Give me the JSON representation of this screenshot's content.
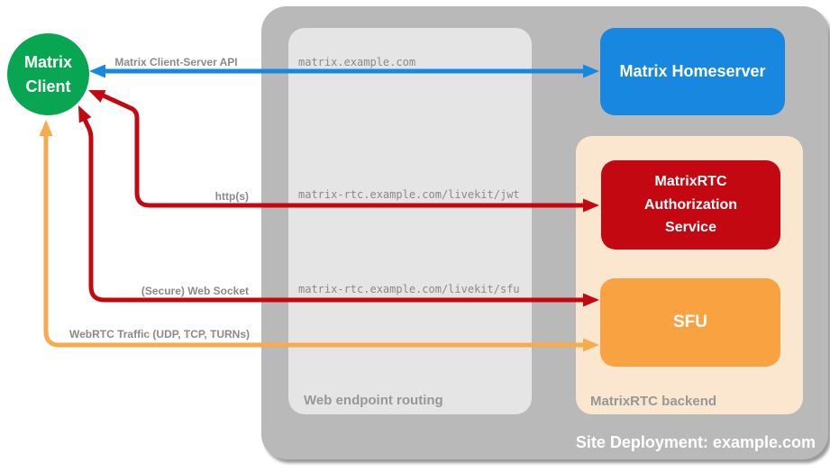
{
  "nodes": {
    "client": {
      "label": "Matrix Client",
      "color": "#08a652"
    },
    "homeserver": {
      "label": "Matrix Homeserver",
      "color": "#1787e0"
    },
    "auth_service": {
      "label": "MatrixRTC Authorization Service",
      "color": "#c40812"
    },
    "sfu": {
      "label": "SFU",
      "color": "#f9a242"
    }
  },
  "containers": {
    "site_deployment": {
      "label": "Site Deployment: example.com",
      "color": "#b9b9b9"
    },
    "web_endpoint_routing": {
      "label": "Web endpoint routing",
      "color": "#e5e5e5"
    },
    "matrixrtc_backend": {
      "label": "MatrixRTC backend",
      "color": "#fbe7cf"
    }
  },
  "connections": [
    {
      "label": "Matrix Client-Server API",
      "route": "matrix.example.com",
      "color": "#1787e0"
    },
    {
      "label": "http(s)",
      "route": "matrix-rtc.example.com/livekit/jwt",
      "color": "#c40812"
    },
    {
      "label": "(Secure) Web Socket",
      "route": "matrix-rtc.example.com/livekit/sfu",
      "color": "#c40812"
    },
    {
      "label": "WebRTC Traffic (UDP, TCP, TURNs)",
      "route": "",
      "color": "#f8ab4c"
    }
  ],
  "label_color": "#8a8a8a"
}
